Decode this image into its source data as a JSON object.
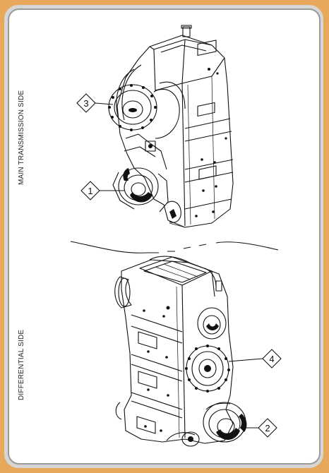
{
  "labels": {
    "main_side": "MAIN TRANSMISSION SIDE",
    "differential_side": "DIFFERENTIAL SIDE"
  },
  "callouts": [
    {
      "id": "c3",
      "text": "3"
    },
    {
      "id": "c1",
      "text": "1"
    },
    {
      "id": "c4",
      "text": "4"
    },
    {
      "id": "c2",
      "text": "2"
    }
  ],
  "colors": {
    "outer_border": "#e8a85c",
    "frame": "#d6d6d6",
    "sheet": "#ffffff",
    "ink": "#111111"
  }
}
